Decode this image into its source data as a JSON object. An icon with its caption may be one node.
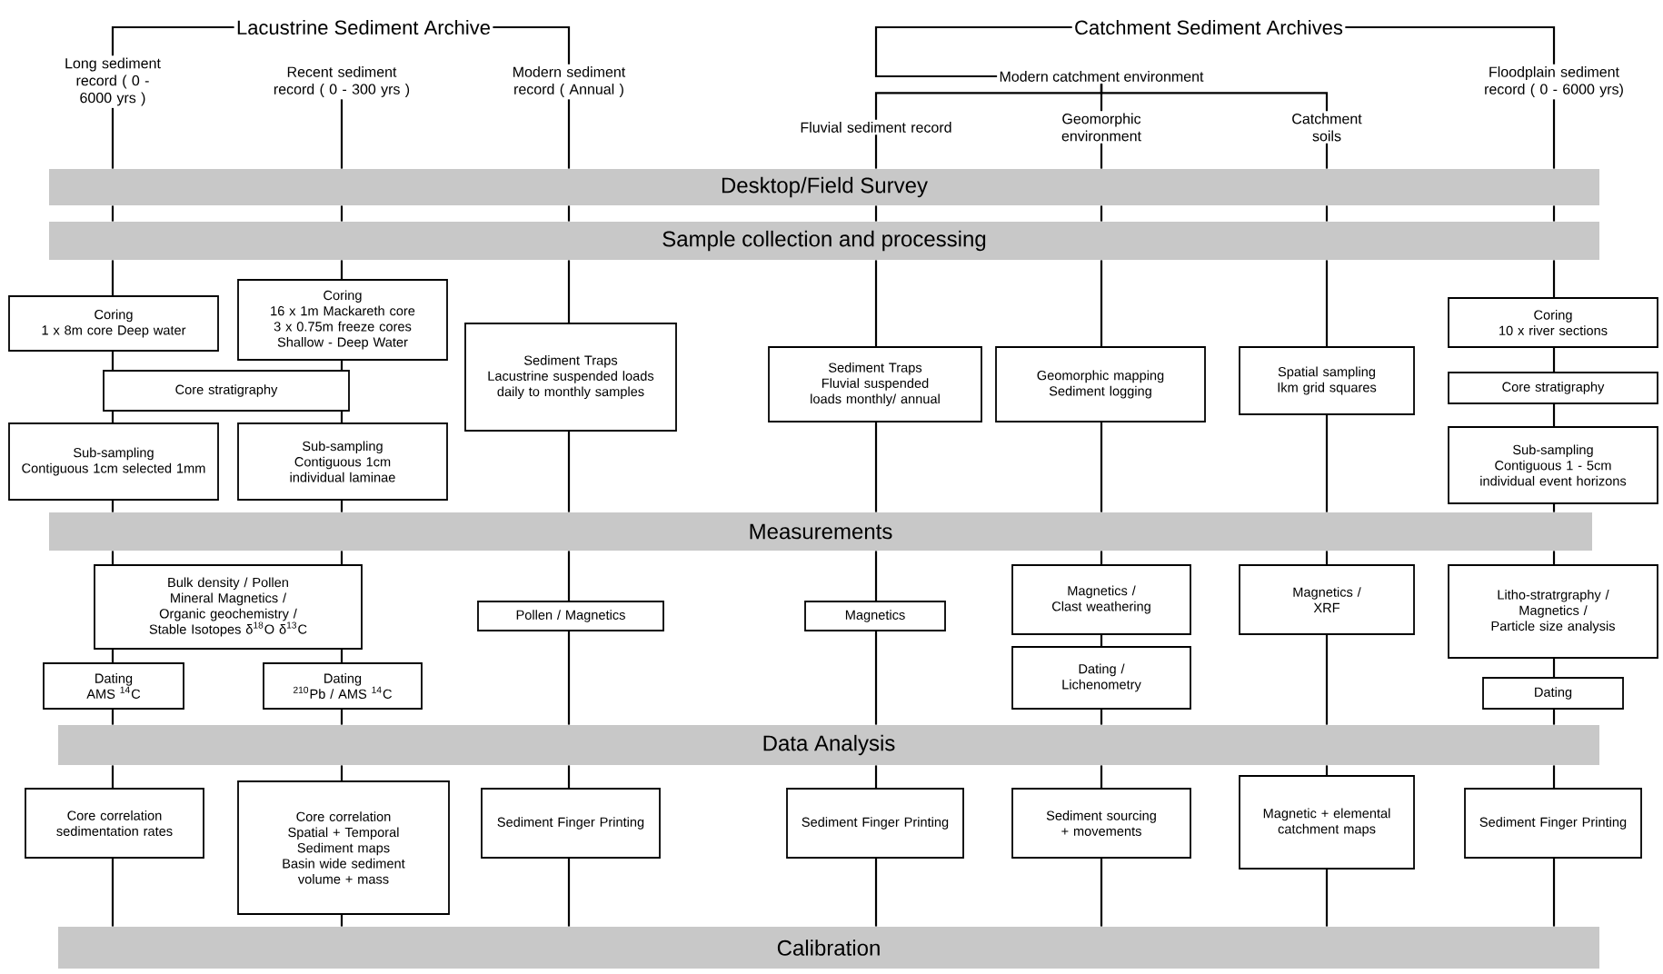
{
  "diagram": {
    "nodes": [
      {
        "text": [
          "Lacustrine Sediment Archive"
        ]
      },
      {
        "text": [
          "Long sediment record ( 0 - 6000 yrs )"
        ]
      },
      {
        "text": [
          "Recent sediment record ( 0 - 300 yrs )"
        ]
      },
      {
        "text": [
          "Modern sediment record ( Annual )"
        ]
      },
      {
        "text": [
          "Catchment Sediment Archives"
        ]
      },
      {
        "text": [
          "Modern catchment environment"
        ]
      },
      {
        "text": [
          "Fluvial sediment record"
        ]
      },
      {
        "text": [
          "Geomorphic environment"
        ]
      },
      {
        "text": [
          "Catchment soils"
        ]
      },
      {
        "text": [
          "Floodplain sediment record ( 0 - 6000 yrs)"
        ]
      },
      {
        "text": [
          "Desktop/Field Survey"
        ]
      },
      {
        "text": [
          "Sample collection and processing"
        ]
      },
      {
        "text": [
          "Coring",
          "1 x 8m core Deep water"
        ]
      },
      {
        "text": [
          "Coring",
          "16 x 1m Mackareth core",
          "3 x 0.75m freeze cores",
          "Shallow - Deep Water"
        ]
      },
      {
        "text": [
          "Sediment Traps",
          "Lacustrine suspended loads daily to monthly samples"
        ]
      },
      {
        "text": [
          "Sediment Traps",
          "Fluvial suspended loads monthly/ annual"
        ]
      },
      {
        "text": [
          "Geomorphic mapping",
          "Sediment logging"
        ]
      },
      {
        "text": [
          "Spatial sampling",
          "Ikm grid squares"
        ]
      },
      {
        "text": [
          "Coring",
          "10 x river sections"
        ]
      },
      {
        "text": [
          "Core stratigraphy"
        ]
      },
      {
        "text": [
          "Core stratigraphy"
        ]
      },
      {
        "text": [
          "Sub-sampling",
          "Contiguous 1cm selected 1mm"
        ]
      },
      {
        "text": [
          "Sub-sampling",
          "Contiguous 1cm individual laminae"
        ]
      },
      {
        "text": [
          "Sub-sampling",
          "Contiguous 1 - 5cm individual event horizons"
        ]
      },
      {
        "text": [
          "Measurements"
        ]
      },
      {
        "text": [
          "Bulk density / Pollen",
          "Mineral Magnetics /",
          "Organic geochemistry /",
          "Stable Isotopes δ$^{18}$O δ$^{13}$C"
        ]
      },
      {
        "text": [
          "Pollen / Magnetics"
        ]
      },
      {
        "text": [
          "Magnetics"
        ]
      },
      {
        "text": [
          "Magnetics /",
          "Clast weathering"
        ]
      },
      {
        "text": [
          "Magnetics /",
          "XRF"
        ]
      },
      {
        "text": [
          "Litho-stratrgraphy /",
          "Magnetics /",
          "Particle size analysis"
        ]
      },
      {
        "text": [
          "Dating",
          "AMS $^{14}$C"
        ]
      },
      {
        "text": [
          "Dating",
          "$^{210}$Pb / AMS $^{14}$C"
        ]
      },
      {
        "text": [
          "Dating /",
          "Lichenometry"
        ]
      },
      {
        "text": [
          "Dating"
        ]
      },
      {
        "text": [
          "Data Analysis"
        ]
      },
      {
        "text": [
          "Core correlation sedimentation rates"
        ]
      },
      {
        "text": [
          "Core correlation",
          "Spatial + Temporal",
          "Sediment maps",
          "Basin wide sediment volume + mass"
        ]
      },
      {
        "text": [
          "Sediment Finger Printing"
        ]
      },
      {
        "text": [
          "Sediment Finger Printing"
        ]
      },
      {
        "text": [
          "Sediment sourcing + movements"
        ]
      },
      {
        "text": [
          "Magnetic + elemental catchment maps"
        ]
      },
      {
        "text": [
          "Sediment Finger Printing"
        ]
      },
      {
        "text": [
          "Calibration"
        ]
      }
    ],
    "edges": [
      {
        "from": 0,
        "to": 1,
        "arrow": "none"
      },
      {
        "from": 0,
        "to": 3,
        "arrow": "none"
      },
      {
        "from": 4,
        "to": 5,
        "arrow": "none"
      },
      {
        "from": 4,
        "to": 9,
        "arrow": "none"
      },
      {
        "from": 5,
        "to": 6,
        "arrow": "none"
      },
      {
        "from": 5,
        "to": 7,
        "arrow": "none"
      },
      {
        "from": 5,
        "to": 8,
        "arrow": "none"
      },
      {
        "from": 1,
        "to": 10,
        "arrow": "none"
      },
      {
        "from": 2,
        "to": 10,
        "arrow": "none"
      },
      {
        "from": 3,
        "to": 10,
        "arrow": "none"
      },
      {
        "from": 6,
        "to": 10,
        "arrow": "none"
      },
      {
        "from": 7,
        "to": 10,
        "arrow": "none"
      },
      {
        "from": 8,
        "to": 10,
        "arrow": "none"
      },
      {
        "from": 9,
        "to": 10,
        "arrow": "none"
      },
      {
        "from": 10,
        "to": 11,
        "arrow": "none"
      },
      {
        "from": 10,
        "to": 11,
        "arrow": "none"
      },
      {
        "from": 10,
        "to": 11,
        "arrow": "none"
      },
      {
        "from": 10,
        "to": 11,
        "arrow": "none"
      },
      {
        "from": 10,
        "to": 11,
        "arrow": "none"
      },
      {
        "from": 10,
        "to": 11,
        "arrow": "none"
      },
      {
        "from": 10,
        "to": 11,
        "arrow": "none"
      },
      {
        "from": 11,
        "to": 12,
        "arrow": "none"
      },
      {
        "from": 11,
        "to": 13,
        "arrow": "none"
      },
      {
        "from": 11,
        "to": 14,
        "arrow": "none"
      },
      {
        "from": 11,
        "to": 15,
        "arrow": "none"
      },
      {
        "from": 11,
        "to": 16,
        "arrow": "none"
      },
      {
        "from": 11,
        "to": 17,
        "arrow": "none"
      },
      {
        "from": 11,
        "to": 18,
        "arrow": "none"
      },
      {
        "from": 12,
        "to": 19,
        "arrow": "none"
      },
      {
        "from": 13,
        "to": 19,
        "arrow": "none"
      },
      {
        "from": 18,
        "to": 20,
        "arrow": "none"
      },
      {
        "from": 19,
        "to": 21,
        "arrow": "none"
      },
      {
        "from": 19,
        "to": 22,
        "arrow": "none"
      },
      {
        "from": 20,
        "to": 23,
        "arrow": "none"
      },
      {
        "from": 21,
        "to": 24,
        "arrow": "none"
      },
      {
        "from": 22,
        "to": 24,
        "arrow": "none"
      },
      {
        "from": 14,
        "to": 24,
        "arrow": "none"
      },
      {
        "from": 15,
        "to": 24,
        "arrow": "none"
      },
      {
        "from": 16,
        "to": 24,
        "arrow": "none"
      },
      {
        "from": 17,
        "to": 24,
        "arrow": "none"
      },
      {
        "from": 23,
        "to": 24,
        "arrow": "none"
      },
      {
        "from": 24,
        "to": 25,
        "arrow": "none"
      },
      {
        "from": 24,
        "to": 25,
        "arrow": "none"
      },
      {
        "from": 24,
        "to": 26,
        "arrow": "none"
      },
      {
        "from": 24,
        "to": 27,
        "arrow": "none"
      },
      {
        "from": 24,
        "to": 28,
        "arrow": "none"
      },
      {
        "from": 24,
        "to": 29,
        "arrow": "none"
      },
      {
        "from": 24,
        "to": 30,
        "arrow": "none"
      },
      {
        "from": 25,
        "to": 31,
        "arrow": "none"
      },
      {
        "from": 25,
        "to": 32,
        "arrow": "none"
      },
      {
        "from": 28,
        "to": 33,
        "arrow": "none"
      },
      {
        "from": 30,
        "to": 34,
        "arrow": "none"
      },
      {
        "from": 31,
        "to": 35,
        "arrow": "none"
      },
      {
        "from": 32,
        "to": 35,
        "arrow": "none"
      },
      {
        "from": 26,
        "to": 35,
        "arrow": "none"
      },
      {
        "from": 27,
        "to": 35,
        "arrow": "none"
      },
      {
        "from": 33,
        "to": 35,
        "arrow": "none"
      },
      {
        "from": 29,
        "to": 35,
        "arrow": "none"
      },
      {
        "from": 34,
        "to": 35,
        "arrow": "none"
      },
      {
        "from": 35,
        "to": 36,
        "arrow": "none"
      },
      {
        "from": 35,
        "to": 37,
        "arrow": "none"
      },
      {
        "from": 35,
        "to": 38,
        "arrow": "none"
      },
      {
        "from": 35,
        "to": 39,
        "arrow": "none"
      },
      {
        "from": 35,
        "to": 40,
        "arrow": "none"
      },
      {
        "from": 35,
        "to": 41,
        "arrow": "none"
      },
      {
        "from": 35,
        "to": 42,
        "arrow": "none"
      },
      {
        "from": 36,
        "to": 43,
        "arrow": "none"
      },
      {
        "from": 37,
        "to": 43,
        "arrow": "none"
      },
      {
        "from": 38,
        "to": 43,
        "arrow": "none"
      },
      {
        "from": 39,
        "to": 43,
        "arrow": "none"
      },
      {
        "from": 40,
        "to": 43,
        "arrow": "none"
      },
      {
        "from": 41,
        "to": 43,
        "arrow": "none"
      },
      {
        "from": 42,
        "to": 43,
        "arrow": "none"
      }
    ]
  }
}
